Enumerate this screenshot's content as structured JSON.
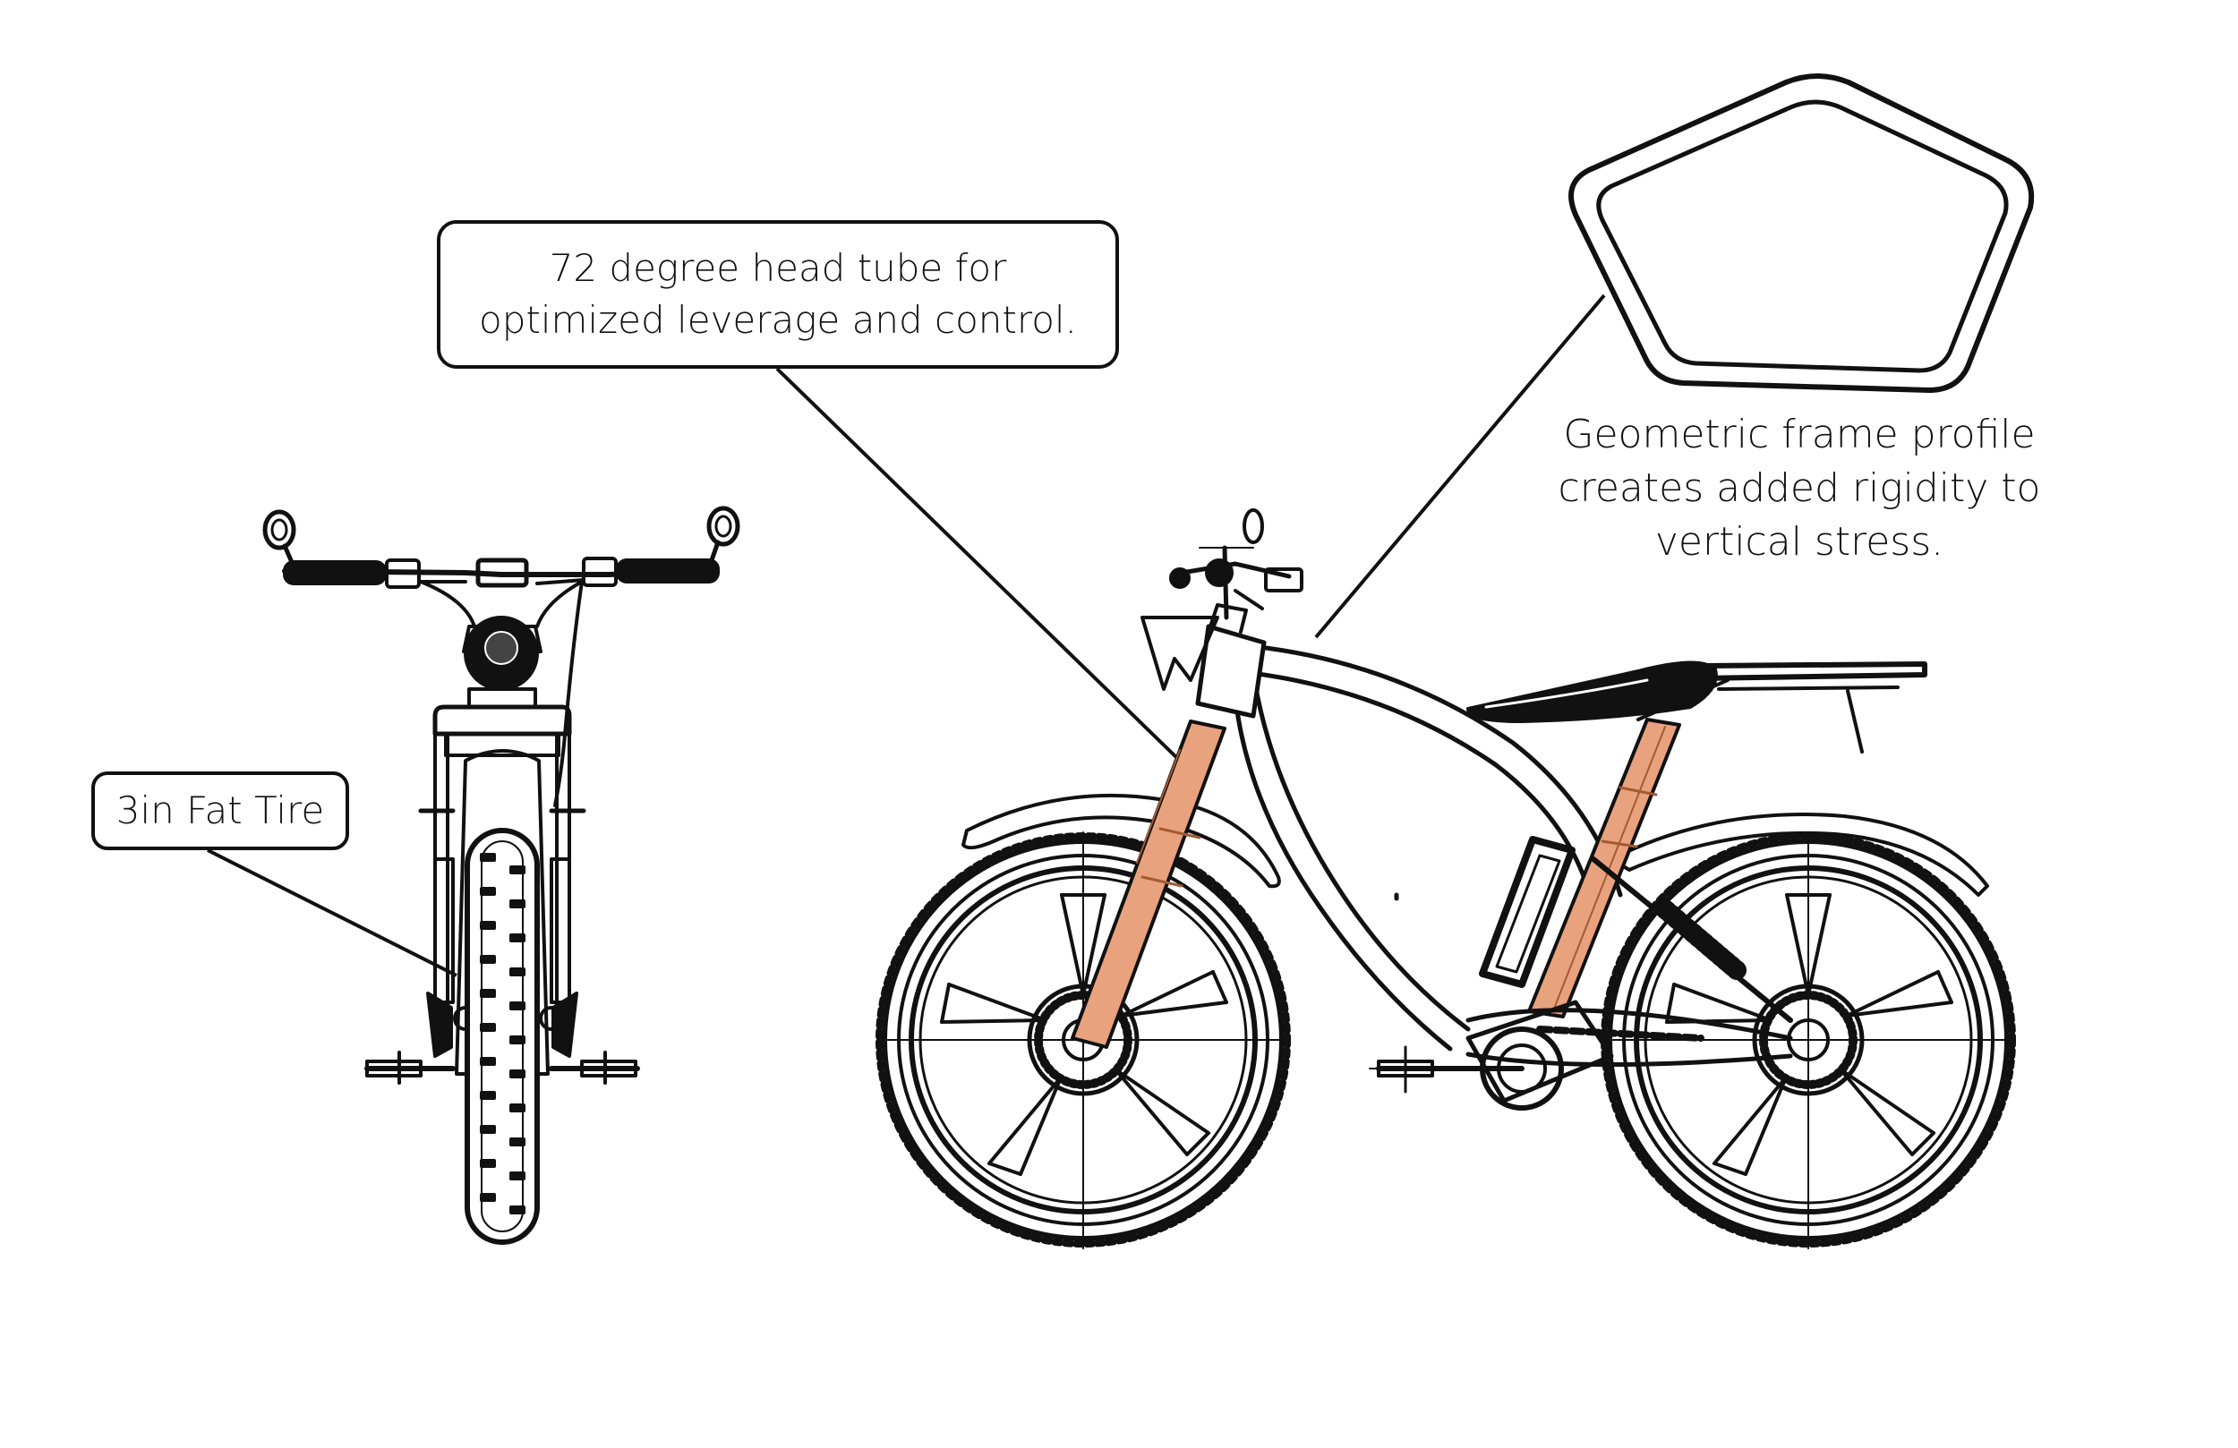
{
  "callouts": {
    "head_tube": {
      "line1": "72 degree head tube for",
      "line2": "optimized leverage and control."
    },
    "fat_tire": {
      "text": "3in Fat Tire"
    },
    "frame_profile": {
      "line1": "Geometric frame profile",
      "line2": "creates added rigidity to",
      "line3": "vertical stress."
    }
  },
  "colors": {
    "line": "#111111",
    "highlight": "#e8a27e",
    "highlight_stroke": "#a55a32",
    "background": "#ffffff"
  }
}
